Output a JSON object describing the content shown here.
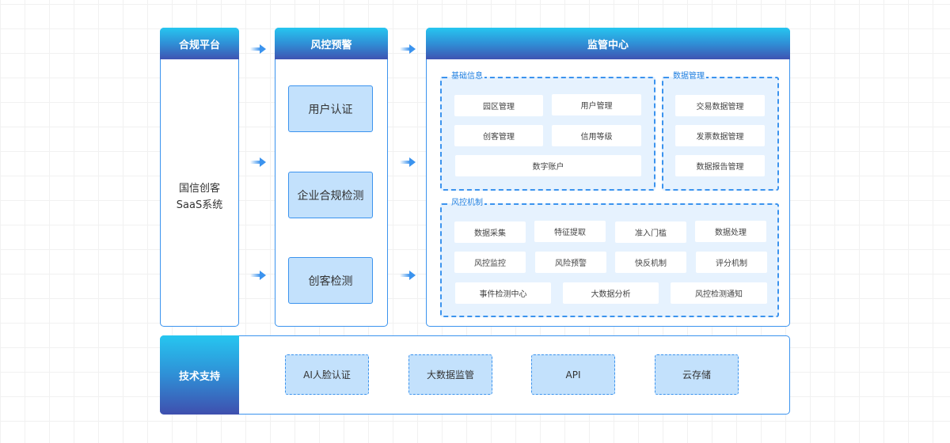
{
  "columns": {
    "compliance": {
      "title": "合规平台",
      "body_line1": "国信创客",
      "body_line2": "SaaS系统"
    },
    "risk": {
      "title": "风控预警",
      "items": [
        "用户认证",
        "企业合规检测",
        "创客检测"
      ]
    },
    "supervision": {
      "title": "监管中心",
      "basic_info": {
        "title": "基础信息",
        "items": [
          "园区管理",
          "用户管理",
          "创客管理",
          "信用等级",
          "数字账户"
        ]
      },
      "data_mgmt": {
        "title": "数据管理",
        "items": [
          "交易数据管理",
          "发票数据管理",
          "数据报告管理"
        ]
      },
      "risk_mech": {
        "title": "风控机制",
        "items": [
          "数据采集",
          "特征提取",
          "准入门槛",
          "数据处理",
          "风控监控",
          "风险预警",
          "快反机制",
          "评分机制",
          "事件检测中心",
          "大数据分析",
          "风控检测通知"
        ]
      }
    }
  },
  "tech_support": {
    "title": "技术支持",
    "items": [
      "AI人脸认证",
      "大数据监管",
      "API",
      "云存储"
    ]
  },
  "colors": {
    "accent": "#3b93ee",
    "header_top": "#26c6f0",
    "header_bottom": "#3f53b2",
    "box_fill": "#c3e1fc",
    "group_fill": "#e6f2fe"
  }
}
